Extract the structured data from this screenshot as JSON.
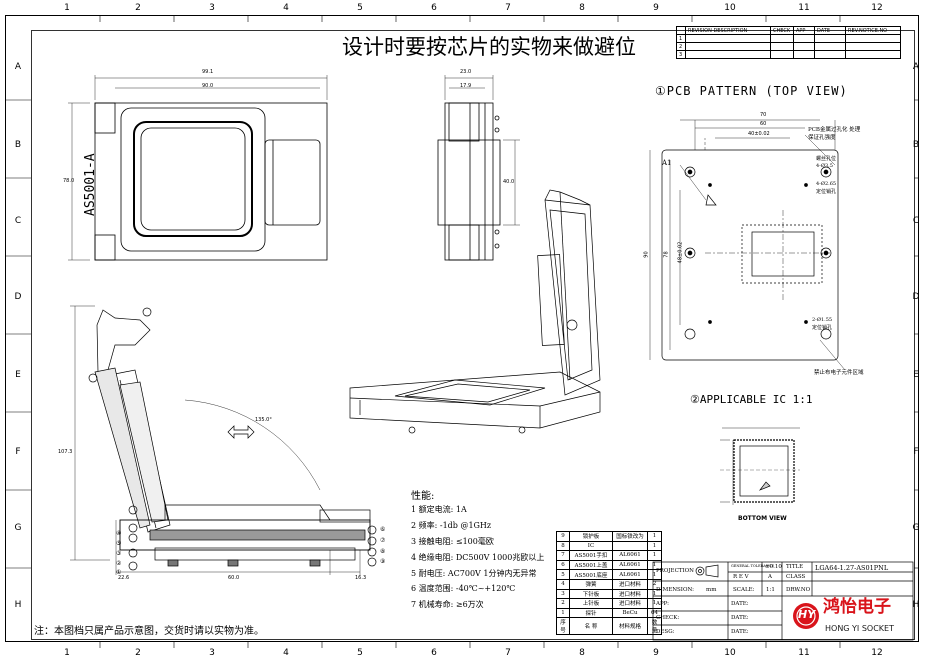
{
  "drawing": {
    "main_title": "设计时要按芯片的实物来做避位",
    "model_label": "AS5001-A",
    "footer_note": "注：本图档只属产品示意图，交货时请以实物为准。",
    "zones": {
      "columns": [
        "1",
        "2",
        "3",
        "4",
        "5",
        "6",
        "7",
        "8",
        "9",
        "10",
        "11",
        "12"
      ],
      "rows": [
        "A",
        "B",
        "C",
        "D",
        "E",
        "F",
        "G",
        "H"
      ]
    }
  },
  "revision_table": {
    "headers": [
      "REVISION DESCRIPTION",
      "CHECK",
      "APP",
      "DATE",
      "REV.NOTICE.NO"
    ],
    "row_marks": [
      "1",
      "2",
      "3"
    ]
  },
  "pcb": {
    "title": "①PCB PATTERN (TOP VIEW)",
    "dims": {
      "d70": "70",
      "d60": "60",
      "d40": "40±0.02",
      "v90": "90",
      "v78": "78",
      "v48": "48±0.02",
      "a1": "A1"
    },
    "notes": {
      "plated": "PCB金属过孔化 处理",
      "plated2": "保证孔强度",
      "screw": "螺丝孔位",
      "screw_size": "4-Ø3.5",
      "locate": "4-Ø2.65",
      "locate2": "定位销孔",
      "small_hole": "2-Ø1.55",
      "small_hole2": "定位销孔",
      "keepout": "禁止布电子元件区域"
    }
  },
  "ic": {
    "title": "②APPLICABLE IC 1:1",
    "bottom_view": "BOTTOM VIEW"
  },
  "views": {
    "top_dims": {
      "w1": "99.1",
      "w2": "90.0",
      "h1": "78.0"
    },
    "side_dims": {
      "w1": "23.0",
      "w2": "17.9",
      "h1": "40.0"
    },
    "angle": "135.0°",
    "height": "107.3",
    "bottom_dims": {
      "a": "22.6",
      "b": "60.0",
      "c": "16.3"
    },
    "balloons_left": [
      "④",
      "⑤",
      "③",
      "②",
      "①"
    ],
    "balloons_right": [
      "⑥",
      "⑦",
      "⑧",
      "⑨"
    ]
  },
  "performance": {
    "heading": "性能:",
    "items": [
      "1  额定电流: 1A",
      "2  频率:        -1db @1GHz",
      "3  接触电阻: ≤100毫欧",
      "4  绝缘电阻: DC500V 1000兆欧以上",
      "5  耐电压:      AC700V  1分钟内无异常",
      "6  温度范围: -40℃~+120℃",
      "7  机械寿命: ≥6万次"
    ]
  },
  "bom": {
    "rows": [
      [
        "9",
        "锁护板",
        "国标铁改为",
        "1"
      ],
      [
        "8",
        "IC",
        "",
        "1"
      ],
      [
        "7",
        "AS5001手扣",
        "AL6061",
        "1"
      ],
      [
        "6",
        "AS5001上盖",
        "AL6061",
        "1"
      ],
      [
        "5",
        "AS5001底座",
        "AL6061",
        "1"
      ],
      [
        "4",
        "弹簧",
        "进口材料",
        "2"
      ],
      [
        "3",
        "下针板",
        "进口材料",
        "1"
      ],
      [
        "2",
        "上针板",
        "进口材料",
        "1"
      ],
      [
        "1",
        "探针",
        "BeCu",
        "64"
      ]
    ],
    "footer": [
      "序号",
      "名 称",
      "材料规格",
      "数量"
    ]
  },
  "title_block": {
    "projection": "PROJECTION",
    "general_tol": "GENERAL TOLERANCE",
    "tol": "±0.10",
    "title_label": "TITLE",
    "title_value": "LGA64-1.27-AS01PNL",
    "rev_label": "R E V",
    "rev_value": "A",
    "class_label": "CLASS",
    "dimension": "DIMENSION:",
    "unit": "mm",
    "scale_label": "SCALE:",
    "scale_value": "1:1",
    "drw_no": "DRW.NO",
    "app": "APP:",
    "check": "CHECK:",
    "desg": "DESG:",
    "date": "DATE:",
    "company_cn": "鸿怡电子",
    "company_en": "HONG YI SOCKET",
    "logo_letters": "HY"
  }
}
